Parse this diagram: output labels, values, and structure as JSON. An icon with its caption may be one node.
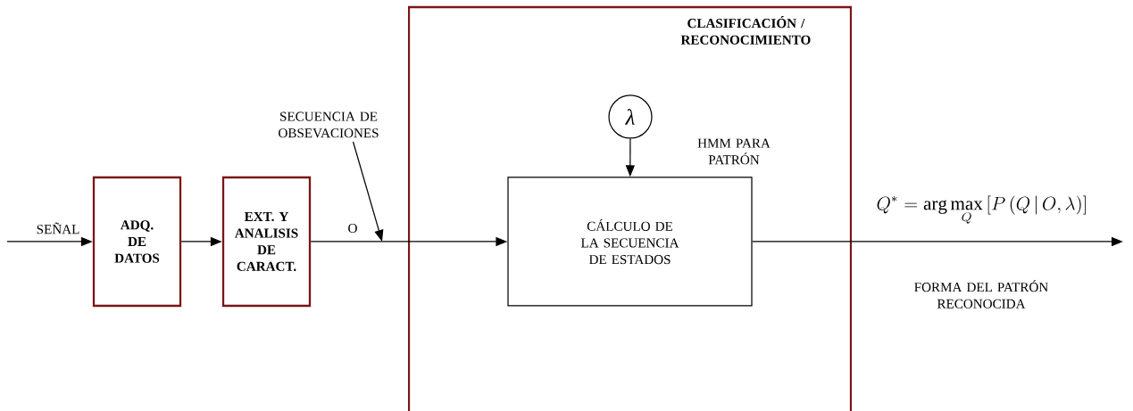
{
  "diagram": {
    "nodes": [
      {
        "text": [
          "CLASIFICACIÓN / RECONOCIMIENTO"
        ]
      },
      {
        "text": [
          "ADQ. DE DATOS"
        ]
      },
      {
        "text": [
          "EXT. Y ANALISIS DE CARACT."
        ]
      },
      {
        "text": [
          "CÁLCULO DE LA SECUENCIA DE ESTADOS"
        ],
        "in": 0
      },
      {
        "text": [
          "λ"
        ],
        "in": 0
      },
      {
        "text": [
          "SECUENCIA DE OBSEVACIONES"
        ]
      }
    ],
    "edges": [
      {
        "from": null,
        "to": 1,
        "arrow": "to",
        "label": "SEÑAL"
      },
      {
        "from": 1,
        "to": 2,
        "arrow": "to"
      },
      {
        "from": 2,
        "to": 3,
        "arrow": "to",
        "label": "O"
      },
      {
        "from": 4,
        "to": 3,
        "arrow": "to"
      },
      {
        "from": 3,
        "to": null,
        "arrow": "to",
        "label": "Q^{*}=\\arg\\max_{Q}\\left[P\\left(Q\\,|\\,O,\\lambda\\right)\\right]"
      },
      {
        "from": 5,
        "to": null,
        "arrow": "to"
      }
    ],
    "labels": [
      "HMM PARA PATRÓN",
      "FORMA DEL PATRÓN RECONOCIDA"
    ]
  }
}
